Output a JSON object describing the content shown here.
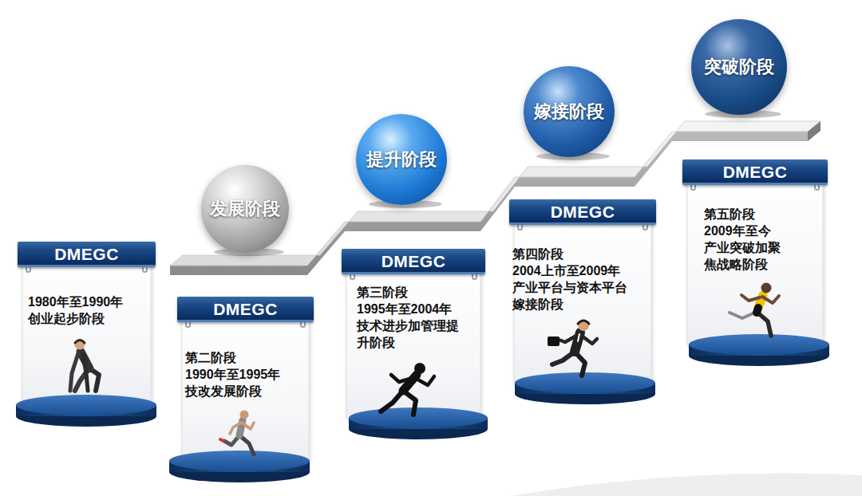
{
  "diagram": {
    "nodes": [
      {
        "text": [
          "DMEGC",
          "1980年至1990年",
          "创业起步阶段"
        ]
      },
      {
        "text": [
          "发展阶段"
        ]
      },
      {
        "text": [
          "DMEGC",
          "第二阶段",
          "1990年至1995年",
          "技改发展阶段"
        ]
      },
      {
        "text": [
          "提升阶段"
        ]
      },
      {
        "text": [
          "DMEGC",
          "第三阶段",
          "1995年至2004年",
          "技术进步加管理提升阶段"
        ]
      },
      {
        "text": [
          "嫁接阶段"
        ]
      },
      {
        "text": [
          "DMEGC",
          "第四阶段",
          "2004上市至2009年",
          "产业平台与资本平台嫁接阶段"
        ]
      },
      {
        "text": [
          "突破阶段"
        ]
      },
      {
        "text": [
          "DMEGC",
          "第五阶段",
          "2009年至今",
          "产业突破加聚焦战略阶段"
        ]
      }
    ]
  }
}
